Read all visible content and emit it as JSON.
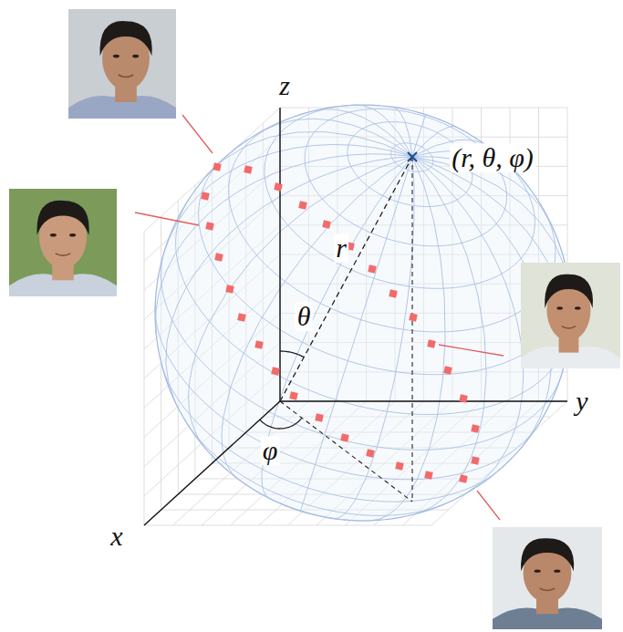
{
  "diagram": {
    "labels": [
      "z",
      "(r, θ, φ)",
      "r",
      "θ",
      "y",
      "φ",
      "x"
    ]
  }
}
